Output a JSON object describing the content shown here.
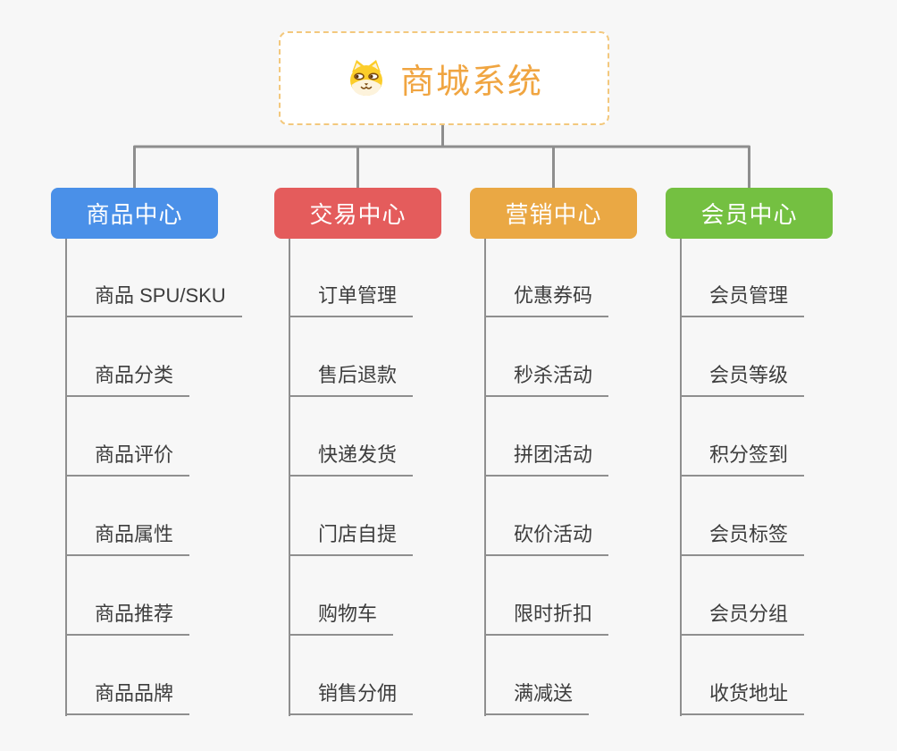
{
  "root": {
    "title": "商城系统",
    "icon": "shiba-dog-icon",
    "text_color": "#f0a541",
    "border_color": "#f3c87d"
  },
  "connector_color": "#8f8f8f",
  "background_color": "#f7f7f7",
  "branches": [
    {
      "label": "商品中心",
      "color": "#4a90e8",
      "items": [
        "商品 SPU/SKU",
        "商品分类",
        "商品评价",
        "商品属性",
        "商品推荐",
        "商品品牌"
      ]
    },
    {
      "label": "交易中心",
      "color": "#e45c5c",
      "items": [
        "订单管理",
        "售后退款",
        "快递发货",
        "门店自提",
        "购物车",
        "销售分佣"
      ]
    },
    {
      "label": "营销中心",
      "color": "#eaa844",
      "items": [
        "优惠券码",
        "秒杀活动",
        "拼团活动",
        "砍价活动",
        "限时折扣",
        "满减送"
      ]
    },
    {
      "label": "会员中心",
      "color": "#74c041",
      "items": [
        "会员管理",
        "会员等级",
        "积分签到",
        "会员标签",
        "会员分组",
        "收货地址"
      ]
    }
  ]
}
